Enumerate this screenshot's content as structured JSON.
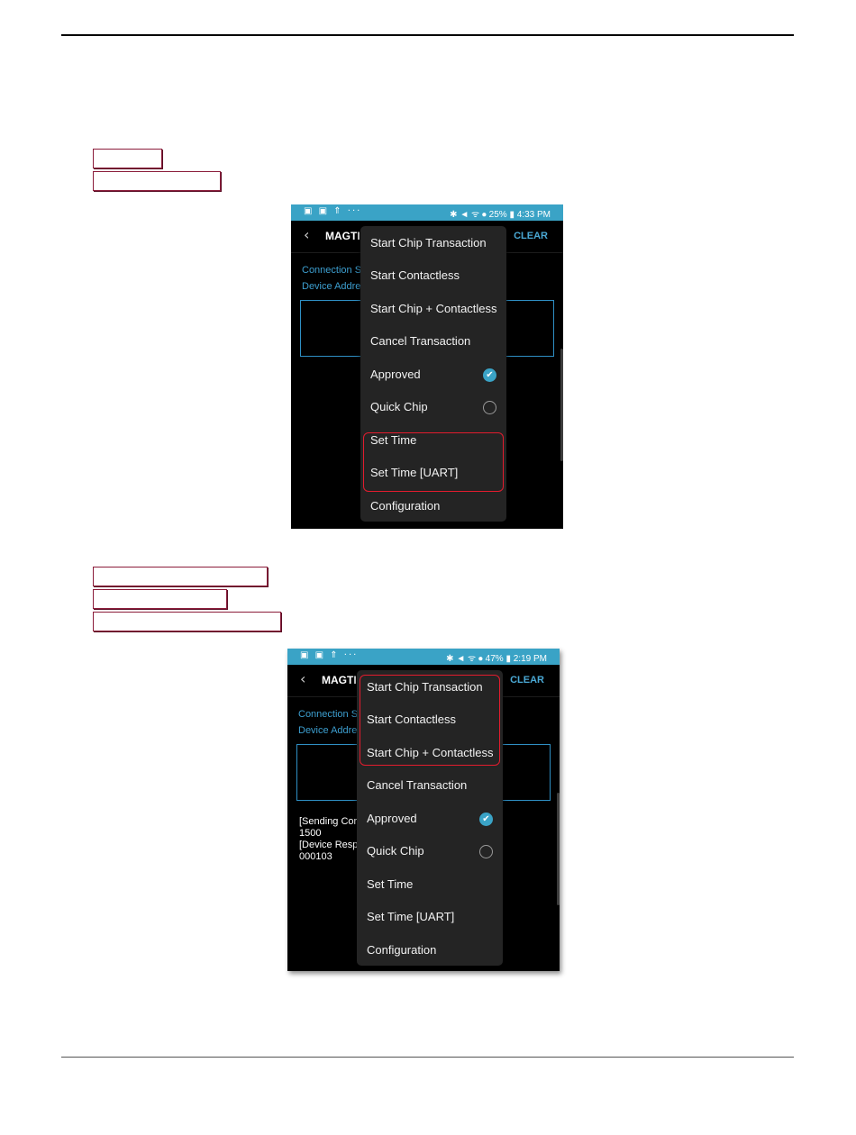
{
  "screenshots": [
    {
      "status_left": "▣ ▣ ⇑ ···",
      "status_right": "✱ ◄ ᯤ ⦁ 25% ▮ 4:33 PM",
      "app_title": "MAGTI",
      "clear_label": "CLEAR",
      "connection_label": "Connection S",
      "device_address_label": "Device Addre",
      "log_lines": [],
      "menu": [
        {
          "label": "Start Chip Transaction"
        },
        {
          "label": "Start Contactless"
        },
        {
          "label": "Start Chip + Contactless"
        },
        {
          "label": "Cancel Transaction"
        },
        {
          "label": "Approved",
          "control": "checked"
        },
        {
          "label": "Quick Chip",
          "control": "unchecked"
        },
        {
          "label": "Set Time"
        },
        {
          "label": "Set Time [UART]"
        },
        {
          "label": "Configuration"
        }
      ]
    },
    {
      "status_left": "▣ ▣ ⇑ ···",
      "status_right": "✱ ◄ ᯤ ⦁ 47% ▮ 2:19 PM",
      "app_title": "MAGTI",
      "clear_label": "CLEAR",
      "connection_label": "Connection S",
      "device_address_label": "Device Addre",
      "log_lines": [
        "[Sending Cor",
        "1500",
        "[Device Resp",
        "000103"
      ],
      "menu": [
        {
          "label": "Start Chip Transaction"
        },
        {
          "label": "Start Contactless"
        },
        {
          "label": "Start Chip + Contactless"
        },
        {
          "label": "Cancel Transaction"
        },
        {
          "label": "Approved",
          "control": "checked"
        },
        {
          "label": "Quick Chip",
          "control": "unchecked"
        },
        {
          "label": "Set Time"
        },
        {
          "label": "Set Time [UART]"
        },
        {
          "label": "Configuration"
        }
      ]
    }
  ],
  "icons": {
    "back": "chevron-left-icon",
    "check": "check-circle-icon",
    "radio": "radio-empty-icon"
  },
  "colors": {
    "statusbar": "#3aa3c6",
    "accent": "#4aa8d4",
    "highlight": "#e21c2e",
    "link_border": "#8b1c3a"
  }
}
